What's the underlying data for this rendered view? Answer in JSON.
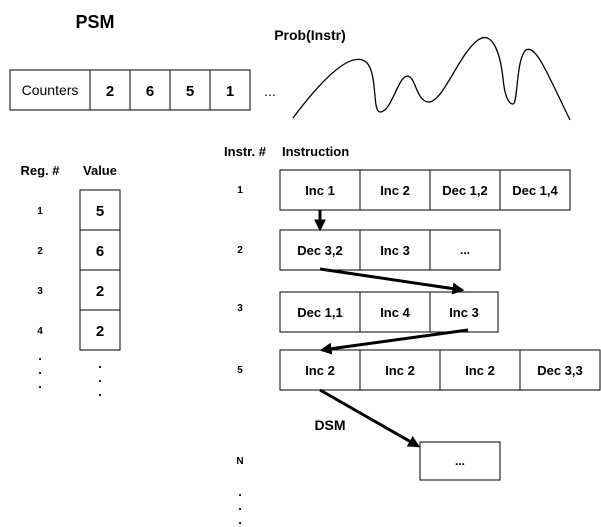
{
  "psm": {
    "title": "PSM",
    "counters_label": "Counters",
    "counters": [
      "2",
      "6",
      "5",
      "1"
    ],
    "counters_more": "..."
  },
  "prob": {
    "label": "Prob(Instr)"
  },
  "registers": {
    "reg_header": "Reg. #",
    "value_header": "Value",
    "rows": [
      {
        "reg": "1",
        "value": "5"
      },
      {
        "reg": "2",
        "value": "6"
      },
      {
        "reg": "3",
        "value": "2"
      },
      {
        "reg": "4",
        "value": "2"
      }
    ],
    "ellipsis_dot": "."
  },
  "program": {
    "instr_header": "Instr. #",
    "instruction_header": "Instruction",
    "rows": [
      {
        "num": "1",
        "cells": [
          "Inc 1",
          "Inc 2",
          "Dec 1,2",
          "Dec 1,4"
        ]
      },
      {
        "num": "2",
        "cells": [
          "Dec 3,2",
          "Inc 3",
          "..."
        ]
      },
      {
        "num": "3",
        "cells": [
          "Dec 1,1",
          "Inc 4",
          "Inc 3"
        ]
      },
      {
        "num": "5",
        "cells": [
          "Inc 2",
          "Inc 2",
          "Inc 2",
          "Dec 3,3"
        ]
      },
      {
        "num": "N",
        "cells": [
          "..."
        ]
      }
    ],
    "ellipsis_dot": "."
  },
  "dsm": {
    "label": "DSM"
  }
}
